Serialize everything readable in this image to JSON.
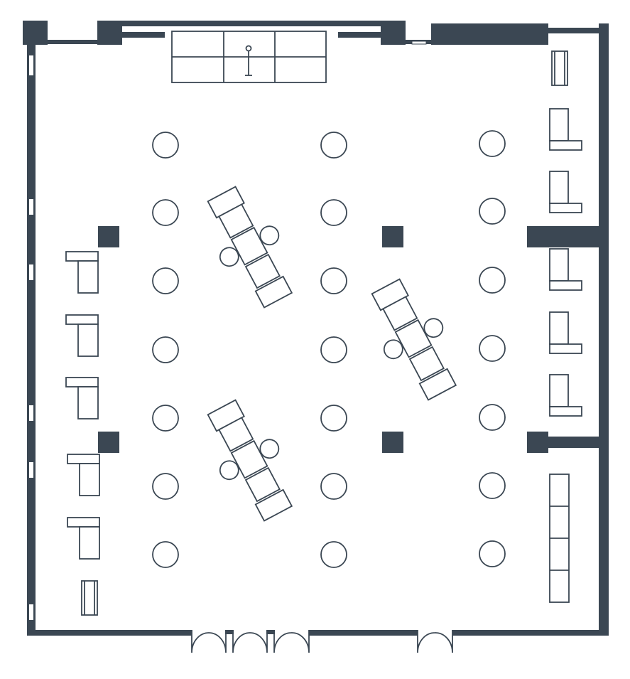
{
  "diagram": {
    "type": "floor-plan",
    "colors": {
      "wall": "#3b4753",
      "background": "#ffffff",
      "outline": "#3b4753"
    },
    "elements": {
      "cocktail_tables": {
        "columns": 3,
        "rows_per_column": [
          7,
          7,
          7
        ]
      },
      "lounge_groupings": 3,
      "structural_columns": 4,
      "entry_doors": 4,
      "bar_counters": 2
    }
  }
}
